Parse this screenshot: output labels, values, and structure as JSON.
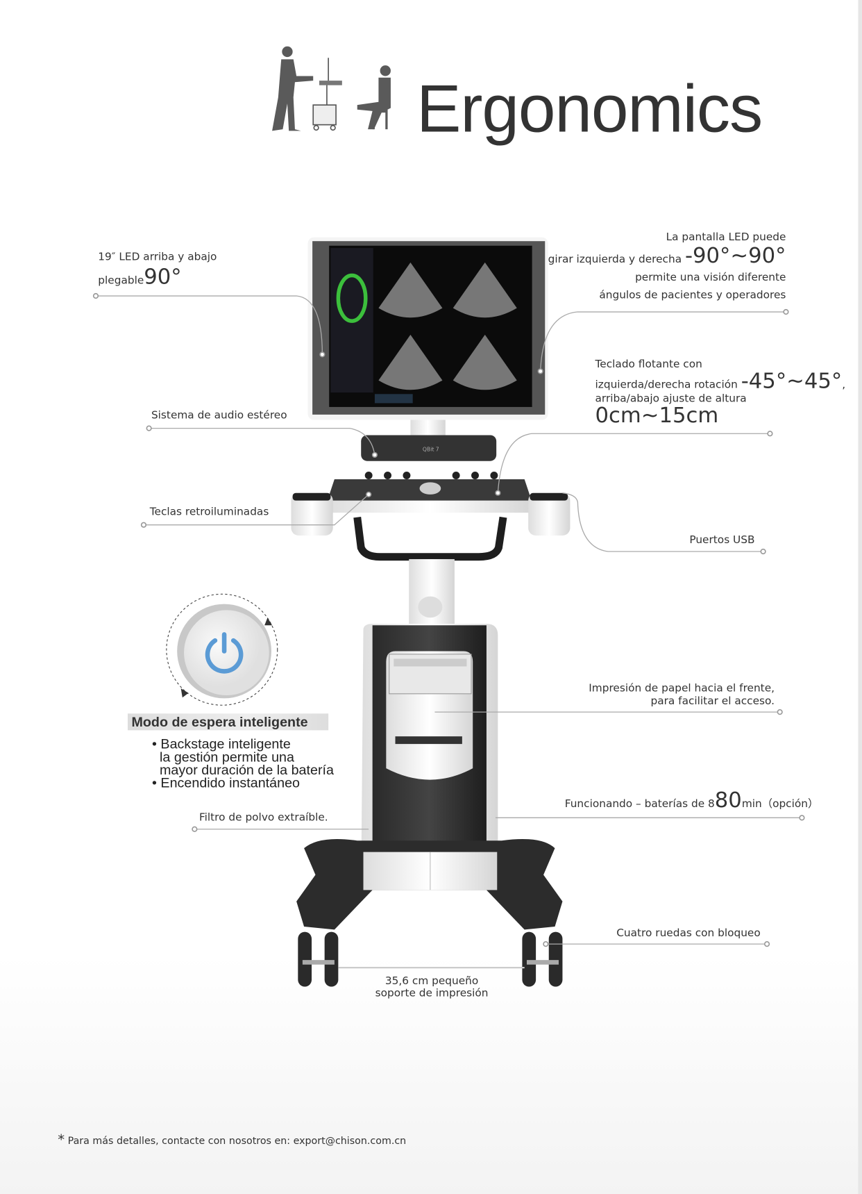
{
  "title": "Ergonomics",
  "callouts": {
    "monitor_fold": {
      "line1": "19″ LED arriba y abajo",
      "prefix": "plegable",
      "value": "90°"
    },
    "monitor_rotate": {
      "line1": "La pantalla LED puede",
      "line2_prefix": "girar izquierda y derecha ",
      "value": "-90°~90°",
      "line3": "permite una visión diferente",
      "line4": "ángulos de pacientes y operadores"
    },
    "keyboard": {
      "line1": "Teclado flotante con",
      "line2_prefix": "izquierda/derecha rotación ",
      "rotation": "-45°~45°",
      "suffix": ",",
      "line3": "arriba/abajo ajuste de altura",
      "height": "0cm~15cm"
    },
    "audio": "Sistema de audio estéreo",
    "backlit_keys": "Teclas retroiluminadas",
    "usb": "Puertos USB",
    "printer": {
      "line1": "Impresión de papel hacia el frente,",
      "line2": "para facilitar el acceso."
    },
    "dust_filter": "Filtro de polvo extraíble.",
    "battery": {
      "prefix": "Funcionando – baterías de 8",
      "value": "80",
      "unit": "min",
      "suffix": "（opción）"
    },
    "wheels": "Cuatro ruedas con bloqueo",
    "footprint": {
      "line1": "35,6 cm pequeño",
      "line2": "soporte de impresión"
    }
  },
  "standby": {
    "heading": "Modo de espera inteligente",
    "bullets": [
      [
        "Backstage inteligente",
        "la gestión permite una",
        "mayor duración de la batería"
      ],
      [
        "Encendido instantáneo"
      ]
    ],
    "icon": "power-icon",
    "icon_color": "#5b9bd5"
  },
  "footer": {
    "asterisk": "*",
    "text": "Para más detalles, contacte con nosotros en:  export@chison.com.cn"
  }
}
